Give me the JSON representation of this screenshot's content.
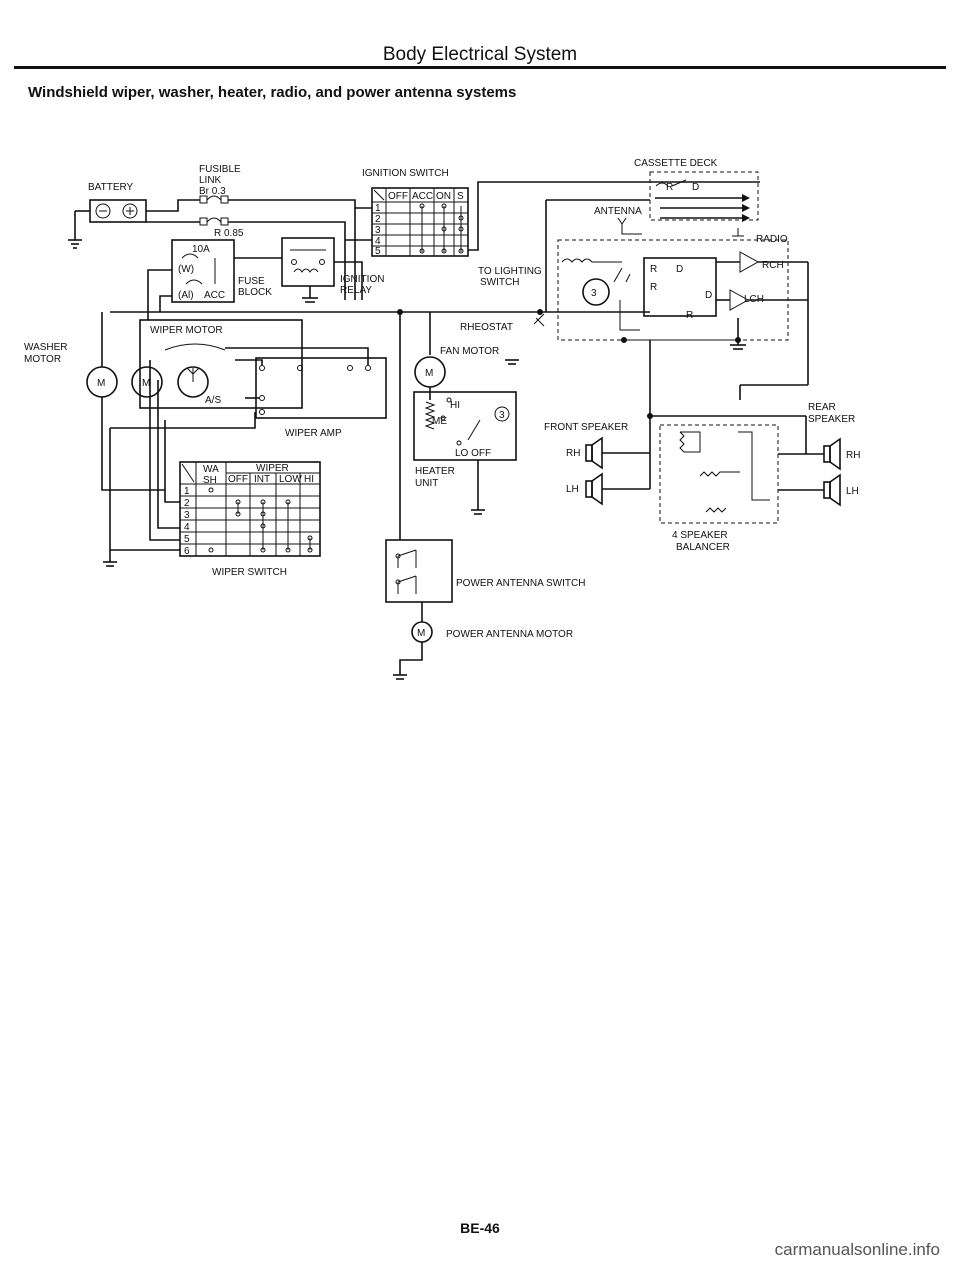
{
  "header": "Body Electrical System",
  "subtitle": "Windshield wiper, washer, heater, radio, and power antenna systems",
  "labels": {
    "battery": "BATTERY",
    "fusible_link_1": "FUSIBLE",
    "fusible_link_2": "LINK",
    "fusible_link_3": "Br 0.3",
    "r085": "R 0.85",
    "fuse_10a": "10A",
    "fuse_w": "(W)",
    "fuse_al": "(Al)",
    "fuse_acc": "ACC",
    "fuse_block_1": "FUSE",
    "fuse_block_2": "BLOCK",
    "ignition_switch": "IGNITION SWITCH",
    "ign_off": "OFF",
    "ign_acc": "ACC",
    "ign_on": "ON",
    "ign_s": "S",
    "ign_relay_1": "IGNITION",
    "ign_relay_2": "RELAY",
    "to_lighting_1": "TO LIGHTING",
    "to_lighting_2": "SWITCH",
    "rheostat": "RHEOSTAT",
    "fan_motor": "FAN MOTOR",
    "hi": "HI",
    "me": "ME",
    "lo_off": "LO OFF",
    "heater_unit_1": "HEATER",
    "heater_unit_2": "UNIT",
    "washer_motor_1": "WASHER",
    "washer_motor_2": "MOTOR",
    "wiper_motor": "WIPER MOTOR",
    "as": "A/S",
    "wiper_amp": "WIPER AMP",
    "wiper_switch": "WIPER SWITCH",
    "wa": "WA",
    "sh": "SH",
    "wiper": "WIPER",
    "ws_off": "OFF",
    "ws_int": "INT",
    "ws_low": "LOW",
    "ws_hi": "HI",
    "cassette_deck": "CASSETTE DECK",
    "antenna": "ANTENNA",
    "radio": "RADIO",
    "rch": "RCH",
    "lch": "LCH",
    "front_speaker": "FRONT SPEAKER",
    "rh": "RH",
    "lh": "LH",
    "rear_speaker_1": "REAR",
    "rear_speaker_2": "SPEAKER",
    "rear_rh": "RH",
    "rear_lh": "LH",
    "balancer_1": "4 SPEAKER",
    "balancer_2": "BALANCER",
    "power_antenna_switch": "POWER ANTENNA SWITCH",
    "power_antenna_motor": "POWER ANTENNA MOTOR",
    "motor_m": "M",
    "rd_r": "R",
    "rd_d": "D"
  },
  "page_number": "BE-46",
  "watermark": "carmanualsonline.info"
}
